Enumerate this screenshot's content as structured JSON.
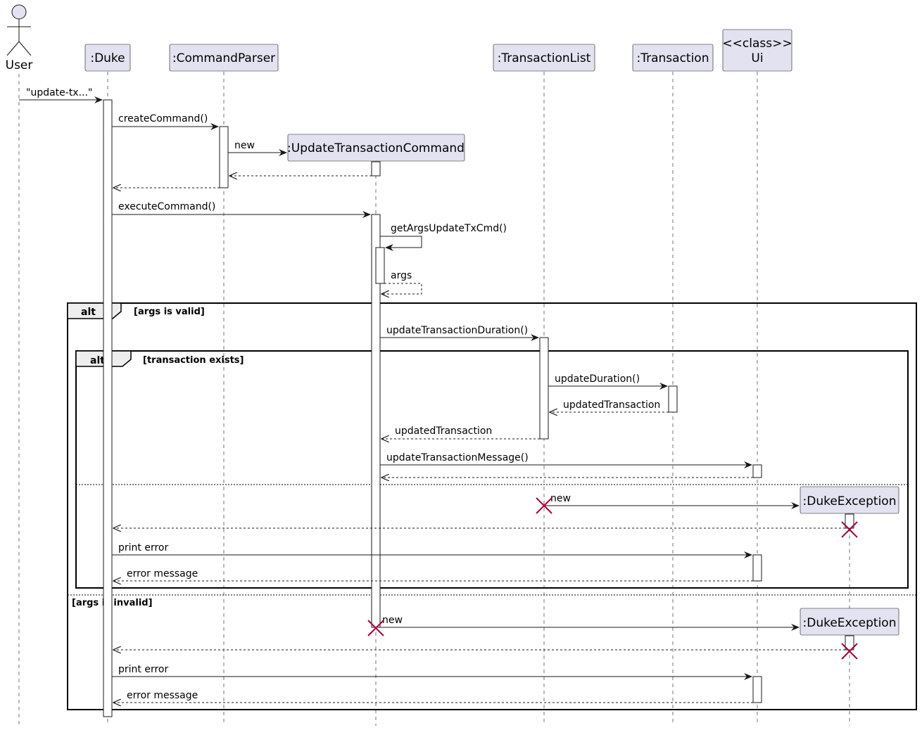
{
  "participants": {
    "user": "User",
    "duke": ":Duke",
    "command_parser": ":CommandParser",
    "update_tx_cmd": ":UpdateTransactionCommand",
    "transaction_list": ":TransactionList",
    "transaction": ":Transaction",
    "ui_stereotype": "<<class>>",
    "ui": "Ui",
    "duke_exception_1": ":DukeException",
    "duke_exception_2": ":DukeException"
  },
  "messages": {
    "m1": "\"update-tx...\"",
    "m2": "createCommand()",
    "m3": "new",
    "m4": "executeCommand()",
    "m5": "getArgsUpdateTxCmd()",
    "m6": "args",
    "m7": "updateTransactionDuration()",
    "m8": "updateDuration()",
    "m9": "updatedTransaction",
    "m10": "updatedTransaction",
    "m11": "updateTransactionMessage()",
    "m12": "new",
    "m13": "print error",
    "m14": "error message",
    "m15": "new",
    "m16": "print error",
    "m17": "error message"
  },
  "groups": {
    "outer_label": "alt",
    "outer_guard": "[args is valid]",
    "outer_else_guard": "[args is invalid]",
    "inner_label": "alt",
    "inner_guard": "[transaction exists]"
  },
  "colors": {
    "participant_fill": "#E2E2F0",
    "destroy_mark": "#A80036",
    "group_tab": "#EEEEEE"
  }
}
